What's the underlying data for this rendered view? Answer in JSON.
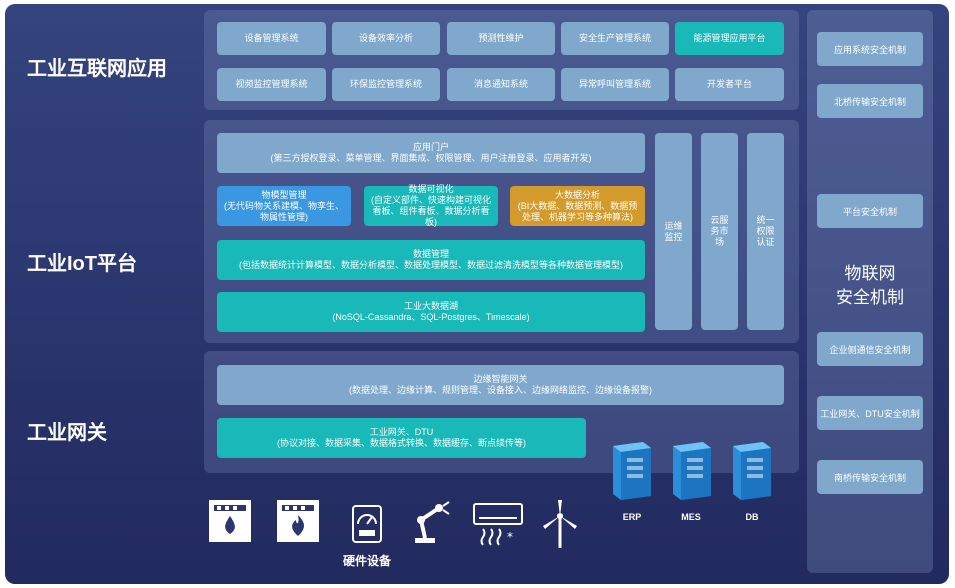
{
  "layers": {
    "app": "工业互联网应用",
    "iot": "工业IoT平台",
    "gateway": "工业网关"
  },
  "apps_row1": [
    "设备管理系统",
    "设备效率分析",
    "预测性维护",
    "安全生产管理系统",
    "能源管理应用平台"
  ],
  "apps_row2": [
    "视频监控管理系统",
    "环保监控管理系统",
    "消息通知系统",
    "异常呼叫管理系统",
    "开发者平台"
  ],
  "portal": {
    "title": "应用门户",
    "desc": "(第三方授权登录、菜单管理、界面集成、权限管理、用户注册登录、应用者开发)"
  },
  "modeling": {
    "title": "物模型管理",
    "desc": "(无代码物关系建模、物孪生、物属性管理)"
  },
  "visual": {
    "title": "数据可视化",
    "desc": "(自定义部件、快速构建可视化看板、组件看板、数据分析看板)"
  },
  "bigdata": {
    "title": "大数据分析",
    "desc": "(BI大数据、数据预测、数据预处理、机器学习等多种算法)"
  },
  "datamgmt": {
    "title": "数据管理",
    "desc": "(包括数据统计计算模型、数据分析模型、数据处理模型、数据过滤清洗模型等各种数据管理模型)"
  },
  "datalake": {
    "title": "工业大数据湖",
    "desc": "(NoSQL-Cassandra、SQL-Postgres、Timescale)"
  },
  "side_cols": [
    "运维监控",
    "云服务市场",
    "统一权限认证"
  ],
  "edge": {
    "title": "边缘智能网关",
    "desc": "(数据处理、边缘计算、规则管理、设备接入、边缘网络监控、边缘设备报警)"
  },
  "dtu": {
    "title": "工业网关、DTU",
    "desc": "(协议对接、数据采集、数据格式转换、数据缓存、断点续传等)"
  },
  "hardware_label": "硬件设备",
  "devices": [
    "water-meter-icon",
    "heat-meter-icon",
    "gauge-meter-icon",
    "robot-arm-icon",
    "air-conditioner-icon",
    "wind-turbine-icon"
  ],
  "servers": [
    "ERP",
    "MES",
    "DB"
  ],
  "security": {
    "title": "物联网\n安全机制",
    "items_top": [
      "应用系统安全机制",
      "北桥传输安全机制"
    ],
    "item_mid": "平台安全机制",
    "items_bottom": [
      "企业侧通信安全机制",
      "工业网关、DTU安全机制",
      "南桥传输安全机制"
    ]
  },
  "colors": {
    "blue": "#7fa8cc",
    "teal": "#19b9b9",
    "sky": "#3a97e2",
    "gold": "#d39a2c"
  }
}
